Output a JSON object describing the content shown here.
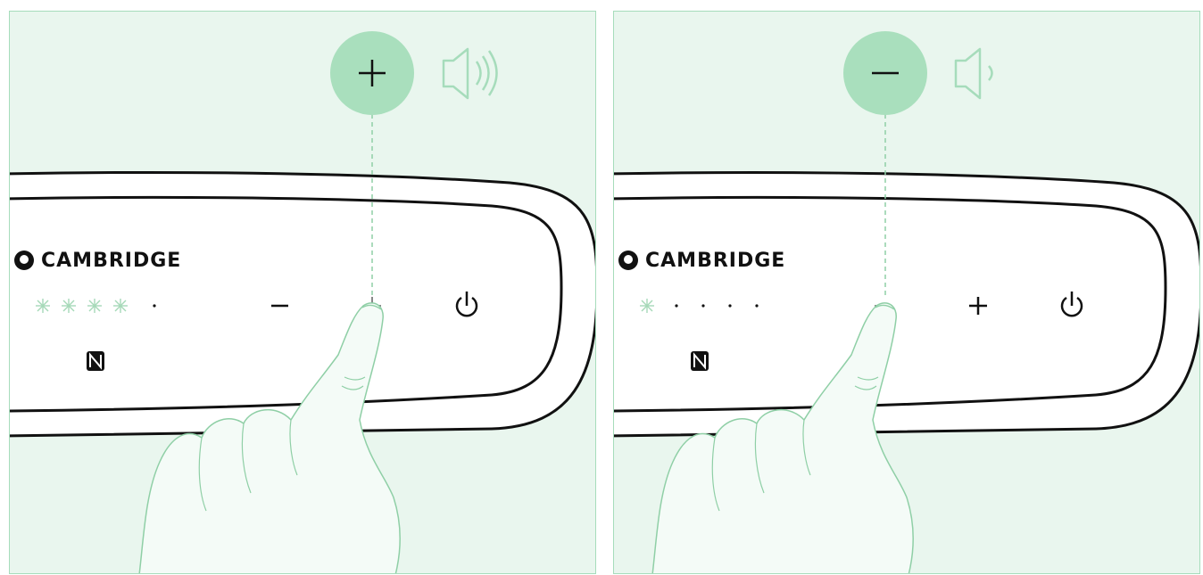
{
  "colors": {
    "panel_bg": "#e9f6ee",
    "panel_border": "#a6dcbb",
    "accent_circle": "#a9dfbd",
    "device_fill": "#ffffff",
    "outline": "#111111",
    "hand_fill": "#f4fbf7",
    "hand_stroke": "#8fcfa6"
  },
  "panels": [
    {
      "brand": "CAMBRIDGE",
      "action_icon": "plus-icon",
      "speaker_icon": "speaker-volume-up-icon",
      "led_lit_count": 4,
      "led_total": 5,
      "touch_button": "plus"
    },
    {
      "brand": "CAMBRIDGE",
      "action_icon": "minus-icon",
      "speaker_icon": "speaker-volume-down-icon",
      "led_lit_count": 1,
      "led_total": 5,
      "touch_button": "minus"
    }
  ]
}
